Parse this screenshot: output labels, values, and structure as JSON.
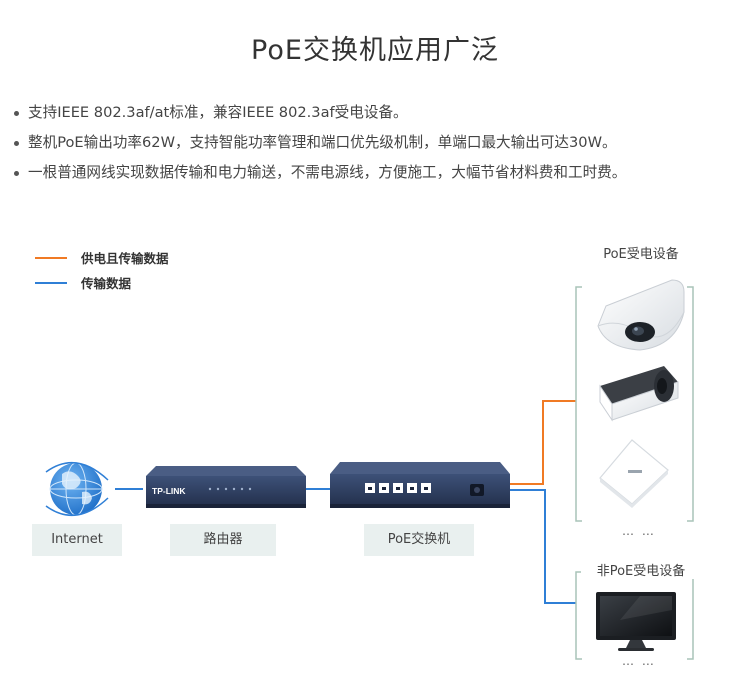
{
  "title": "PoE交换机应用广泛",
  "bullets": [
    "支持IEEE 802.3af/at标准，兼容IEEE 802.3af受电设备。",
    "整机PoE输出功率62W，支持智能功率管理和端口优先级机制，单端口最大输出可达30W。",
    "一根普通网线实现数据传输和电力输送，不需电源线，方便施工，大幅节省材料费和工时费。"
  ],
  "legend": {
    "power_data": {
      "label": "供电且传输数据",
      "color": "#f07a24"
    },
    "data_only": {
      "label": "传输数据",
      "color": "#2f7fd6"
    }
  },
  "nodes": {
    "internet": "Internet",
    "router": "路由器",
    "poe_switch": "PoE交换机"
  },
  "router_brand": "TP-LINK",
  "groups": {
    "poe_devices": "PoE受电设备",
    "non_poe_devices": "非PoE受电设备"
  },
  "ellipsis": "… …",
  "colors": {
    "box_bg": "#e9f0ef",
    "bracket": "#a9c4b8",
    "device_navy": "#2e3e5e"
  },
  "icons": [
    "globe-icon",
    "router-icon",
    "switch-icon",
    "dome-camera-icon",
    "bullet-camera-icon",
    "access-point-icon",
    "monitor-icon"
  ]
}
